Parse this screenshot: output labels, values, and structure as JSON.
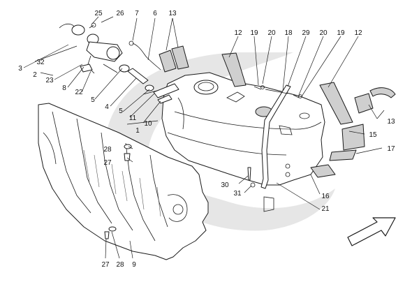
{
  "diagram": {
    "callouts": [
      {
        "id": "c25",
        "text": "25"
      },
      {
        "id": "c26",
        "text": "26"
      },
      {
        "id": "c7",
        "text": "7"
      },
      {
        "id": "c6",
        "text": "6"
      },
      {
        "id": "c13a",
        "text": "13"
      },
      {
        "id": "c12a",
        "text": "12"
      },
      {
        "id": "c19a",
        "text": "19"
      },
      {
        "id": "c20a",
        "text": "20"
      },
      {
        "id": "c18",
        "text": "18"
      },
      {
        "id": "c29",
        "text": "29"
      },
      {
        "id": "c20b",
        "text": "20"
      },
      {
        "id": "c19b",
        "text": "19"
      },
      {
        "id": "c12b",
        "text": "12"
      },
      {
        "id": "c3",
        "text": "3"
      },
      {
        "id": "c32",
        "text": "32"
      },
      {
        "id": "c2",
        "text": "2"
      },
      {
        "id": "c23",
        "text": "23"
      },
      {
        "id": "c8",
        "text": "8"
      },
      {
        "id": "c22",
        "text": "22"
      },
      {
        "id": "c5a",
        "text": "5"
      },
      {
        "id": "c4",
        "text": "4"
      },
      {
        "id": "c5b",
        "text": "5"
      },
      {
        "id": "c11",
        "text": "11"
      },
      {
        "id": "c10",
        "text": "10"
      },
      {
        "id": "c1",
        "text": "1"
      },
      {
        "id": "c13b",
        "text": "13"
      },
      {
        "id": "c15",
        "text": "15"
      },
      {
        "id": "c17",
        "text": "17"
      },
      {
        "id": "c28a",
        "text": "28"
      },
      {
        "id": "c27a",
        "text": "27"
      },
      {
        "id": "c30",
        "text": "30"
      },
      {
        "id": "c31",
        "text": "31"
      },
      {
        "id": "c16",
        "text": "16"
      },
      {
        "id": "c21",
        "text": "21"
      },
      {
        "id": "c27b",
        "text": "27"
      },
      {
        "id": "c28b",
        "text": "28"
      },
      {
        "id": "c9",
        "text": "9"
      }
    ]
  }
}
